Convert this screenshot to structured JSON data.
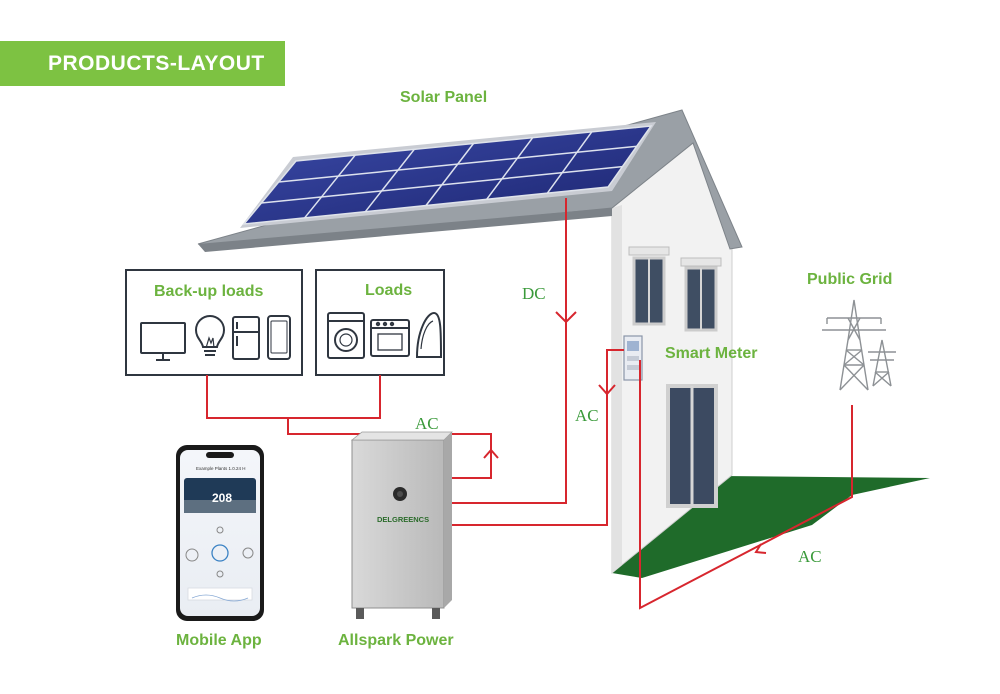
{
  "header": {
    "title": "PRODUCTS-LAYOUT"
  },
  "labels": {
    "solar_panel": "Solar Panel",
    "backup_loads": "Back-up loads",
    "loads": "Loads",
    "public_grid": "Public Grid",
    "smart_meter": "Smart Meter",
    "mobile_app": "Mobile App",
    "allspark_power": "Allspark Power"
  },
  "flow_labels": {
    "dc": "DC",
    "ac_loads": "AC",
    "ac_meter": "AC",
    "ac_grid": "AC"
  },
  "battery": {
    "brand": "DELGREENCS"
  },
  "phone": {
    "app_title": "Example Plants 1.0.24 H",
    "reading": "208"
  },
  "colors": {
    "accent_green": "#7dc242",
    "label_green": "#6cb33f",
    "wire_red": "#d7262e",
    "ground_green": "#1f6b2a"
  },
  "icons": [
    "tv-icon",
    "light-bulb-icon",
    "refrigerator-icon",
    "smartphone-icon",
    "washing-machine-icon",
    "oven-icon",
    "iron-icon",
    "transmission-tower-icon"
  ]
}
